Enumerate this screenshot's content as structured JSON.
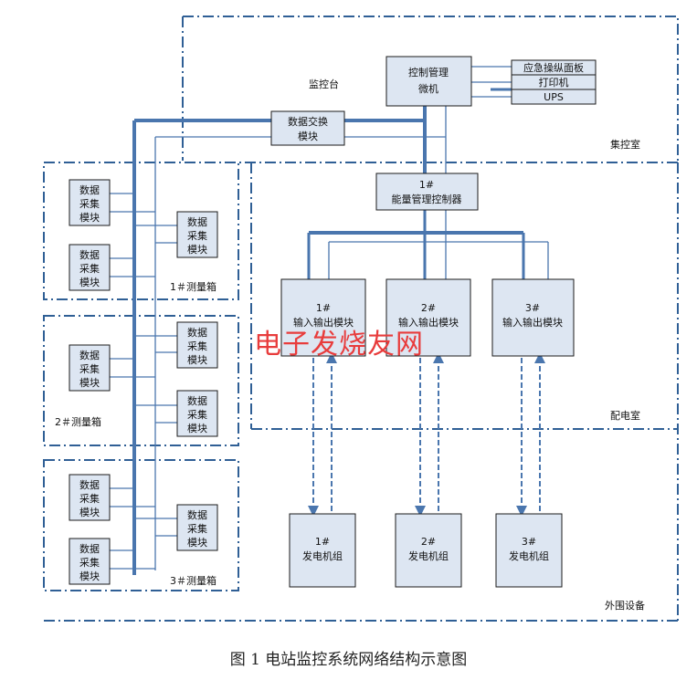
{
  "zones": {
    "jiankongtai": "监控台",
    "jikongshi": "集控室",
    "peidianshi": "配电室",
    "waiwei": "外围设备"
  },
  "control": {
    "pc": [
      "控制管理",
      "微机"
    ],
    "emergency_panel": "应急操纵面板",
    "printer": "打印机",
    "ups": "UPS",
    "exchange": [
      "数据交换",
      "模块"
    ],
    "energy": [
      "1#",
      "能量管理控制器"
    ]
  },
  "daq_label": [
    "数据",
    "采集",
    "模块"
  ],
  "boxes_label": [
    "1＃测量箱",
    "2＃测量箱",
    "3＃测量箱"
  ],
  "io_modules": [
    {
      "num": "1#",
      "label": "输入输出模块"
    },
    {
      "num": "2#",
      "label": "输入输出模块"
    },
    {
      "num": "3#",
      "label": "输入输出模块"
    }
  ],
  "generators": [
    {
      "num": "1#",
      "label": "发电机组"
    },
    {
      "num": "2#",
      "label": "发电机组"
    },
    {
      "num": "3#",
      "label": "发电机组"
    }
  ],
  "watermark": "电子发烧友网",
  "caption": "图 1  电站监控系统网络结构示意图"
}
